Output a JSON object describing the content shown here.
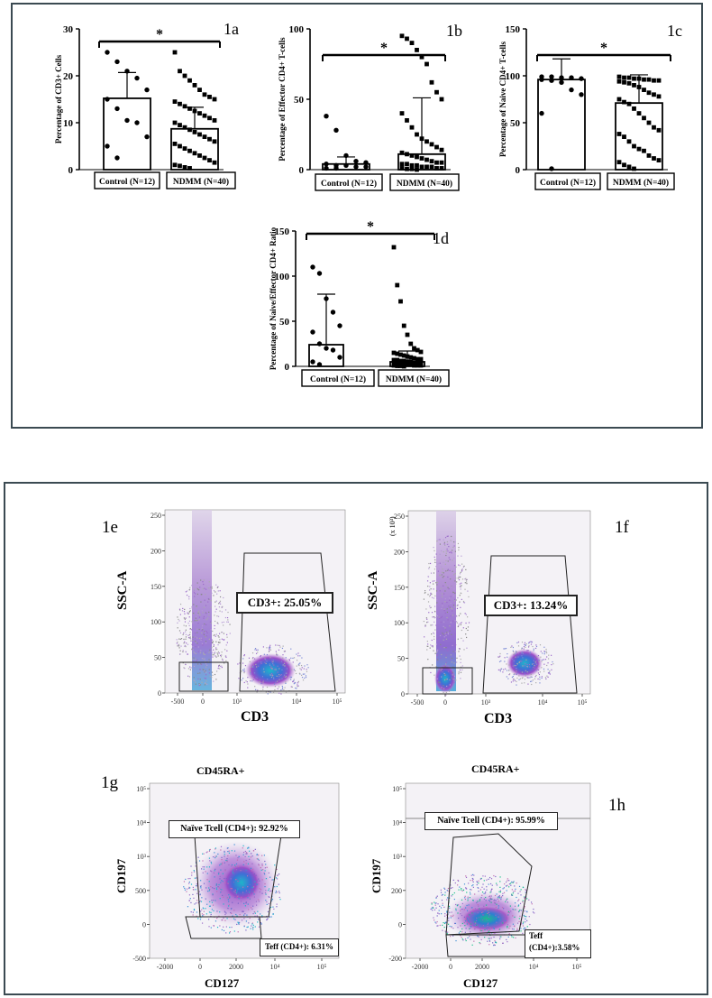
{
  "panels": {
    "top_box_label": "",
    "bottom_box_label": ""
  },
  "chart_data": [
    {
      "id": "1a",
      "type": "bar",
      "panel_label": "1a",
      "ylabel": "Percentage of CD3+ Cells",
      "ylim": [
        0,
        30
      ],
      "yticks": [
        0,
        10,
        20,
        30
      ],
      "categories": [
        "Control (N=12)",
        "NDMM (N=40)"
      ],
      "values": [
        15.2,
        8.7
      ],
      "sd": [
        5.5,
        4.6
      ],
      "significance": "*",
      "points": [
        [
          25,
          23,
          21,
          19.5,
          17,
          15,
          13,
          10.5,
          10,
          7,
          5,
          2.5
        ],
        [
          25,
          21,
          20,
          19,
          18,
          17,
          16,
          15.5,
          15,
          14.5,
          14,
          13.5,
          13,
          12.5,
          12,
          11.5,
          11,
          10.5,
          10,
          9.5,
          9,
          8.5,
          8,
          7.5,
          7,
          6.5,
          6,
          5.5,
          5,
          4.5,
          4,
          3.5,
          3,
          2.5,
          2,
          1.5,
          1,
          0.8,
          0.5,
          0.3
        ]
      ]
    },
    {
      "id": "1b",
      "type": "bar",
      "panel_label": "1b",
      "ylabel": "Percentage of Effector CD4+ T-cells",
      "ylim": [
        0,
        100
      ],
      "yticks": [
        0,
        50,
        100
      ],
      "categories": [
        "Control (N=12)",
        "NDMM (N=40)"
      ],
      "values": [
        4,
        11
      ],
      "sd": [
        5,
        40
      ],
      "significance": "*",
      "points": [
        [
          38,
          28,
          10,
          6,
          5,
          4,
          3,
          3,
          2,
          2,
          1,
          1
        ],
        [
          95,
          93,
          90,
          85,
          80,
          75,
          62,
          55,
          50,
          40,
          35,
          30,
          25,
          22,
          20,
          18,
          16,
          14,
          12,
          11,
          10,
          9,
          8,
          7,
          6,
          5,
          5,
          4,
          4,
          3,
          3,
          2,
          2,
          2,
          1,
          1,
          1,
          0.5,
          0.5,
          0
        ]
      ]
    },
    {
      "id": "1c",
      "type": "bar",
      "panel_label": "1c",
      "ylabel": "Percentage of Naive CD4+ T-cells",
      "ylim": [
        0,
        150
      ],
      "yticks": [
        0,
        50,
        100,
        150
      ],
      "categories": [
        "Control (N=12)",
        "NDMM (N=40)"
      ],
      "values": [
        96,
        71
      ],
      "sd": [
        22,
        30
      ],
      "significance": "*",
      "points": [
        [
          99,
          99,
          98,
          98,
          97,
          96,
          95,
          93,
          85,
          80,
          60,
          1
        ],
        [
          99,
          98,
          98,
          97,
          97,
          96,
          96,
          95,
          95,
          94,
          93,
          92,
          90,
          88,
          85,
          82,
          80,
          78,
          75,
          72,
          70,
          65,
          60,
          55,
          50,
          45,
          42,
          38,
          35,
          30,
          25,
          22,
          20,
          15,
          12,
          10,
          8,
          5,
          3,
          1
        ]
      ]
    },
    {
      "id": "1d",
      "type": "bar",
      "panel_label": "1d",
      "ylabel": "Percentage of Naive/Effector CD4+ Ratio",
      "ylim": [
        0,
        150
      ],
      "yticks": [
        0,
        50,
        100,
        150
      ],
      "categories": [
        "Control (N=12)",
        "NDMM (N=40)"
      ],
      "values": [
        24,
        5
      ],
      "sd": [
        56,
        12
      ],
      "significance": "*",
      "points": [
        [
          110,
          103,
          75,
          60,
          45,
          38,
          25,
          20,
          18,
          10,
          5,
          2
        ],
        [
          132,
          90,
          72,
          45,
          35,
          25,
          20,
          18,
          16,
          15,
          14,
          13,
          12,
          11,
          10,
          9,
          8,
          8,
          7,
          7,
          6,
          6,
          5,
          5,
          4,
          4,
          4,
          3,
          3,
          3,
          2,
          2,
          2,
          1,
          1,
          1,
          1,
          0.5,
          0.5,
          0
        ]
      ]
    }
  ],
  "flow_plots": {
    "e": {
      "label": "1e",
      "ylabel": "SSC-A",
      "xlabel": "CD3",
      "gate_label": "CD3+: 25.05%",
      "yticks": [
        "0",
        "50",
        "100",
        "150",
        "200",
        "250"
      ],
      "xticks": [
        "-500",
        "0",
        "10³",
        "10⁴",
        "10⁵"
      ],
      "y_multiplier": ""
    },
    "f": {
      "label": "1f",
      "ylabel": "SSC-A",
      "xlabel": "CD3",
      "gate_label": "CD3+: 13.24%",
      "yticks": [
        "0",
        "50",
        "100",
        "150",
        "200",
        "250"
      ],
      "xticks": [
        "-500",
        "0",
        "10³",
        "10⁴",
        "10⁵"
      ],
      "y_multiplier": "(x 10³)"
    },
    "g": {
      "label": "1g",
      "title": "CD45RA+",
      "ylabel": "CD197",
      "xlabel": "CD127",
      "gate_top": "Naïve Tcell (CD4+): 92.92%",
      "gate_bottom": "Teff (CD4+): 6.31%",
      "yticks": [
        "-500",
        "0",
        "500",
        "10³",
        "10⁴",
        "10⁵"
      ],
      "xticks": [
        "-2000",
        "0",
        "2000",
        "10⁴",
        "10⁵"
      ]
    },
    "h": {
      "label": "1h",
      "title": "CD45RA+",
      "ylabel": "CD197",
      "xlabel": "CD127",
      "gate_top": "Naïve Tcell (CD4+): 95.99%",
      "gate_bottom_1": "Teff",
      "gate_bottom_2": "(CD4+):3.58%",
      "yticks": [
        "-200",
        "0",
        "200",
        "10³",
        "10⁴",
        "10⁵"
      ],
      "xticks": [
        "-2000",
        "0",
        "2000",
        "10⁴",
        "10⁵"
      ]
    }
  }
}
